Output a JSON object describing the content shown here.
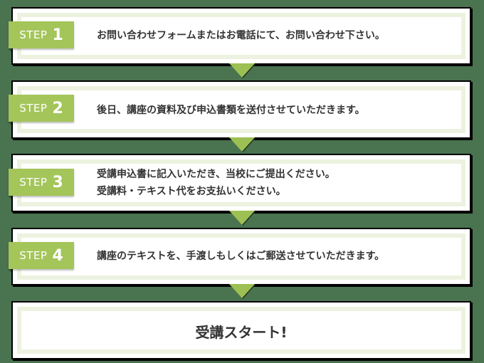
{
  "colors": {
    "background": "#4a7350",
    "tab": "#a4c55a",
    "band": "#ecf2df",
    "arrow": "#9cc053",
    "text": "#333333"
  },
  "steps": [
    {
      "word": "STEP",
      "number": "1",
      "lines": [
        "お問い合わせフォームまたはお電話にて、お問い合わせ下さい。"
      ]
    },
    {
      "word": "STEP",
      "number": "2",
      "lines": [
        "後日、講座の資料及び申込書類を送付させていただきます。"
      ]
    },
    {
      "word": "STEP",
      "number": "3",
      "lines": [
        "受講申込書に記入いただき、当校にご提出ください。",
        "受講料・テキスト代をお支払いください。"
      ]
    },
    {
      "word": "STEP",
      "number": "4",
      "lines": [
        "講座のテキストを、手渡しもしくはご郵送させていただきます。"
      ]
    }
  ],
  "final": {
    "label": "受講スタート!"
  },
  "arrows": [
    "down-arrow",
    "down-arrow",
    "down-arrow",
    "down-arrow"
  ]
}
